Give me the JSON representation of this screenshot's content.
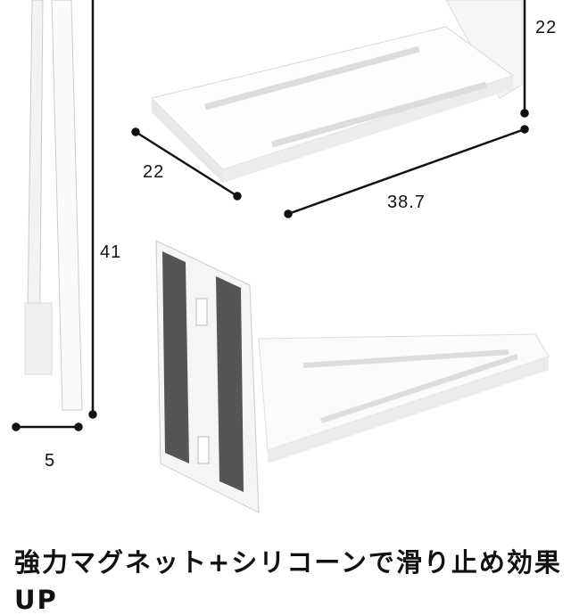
{
  "dimensions": {
    "height_top": "22",
    "depth": "22",
    "width": "38.7",
    "side_height": "41",
    "side_thickness": "5"
  },
  "caption": {
    "line1": "強力マグネット+シリコーンで滑り止め効果",
    "line2": "UP"
  }
}
